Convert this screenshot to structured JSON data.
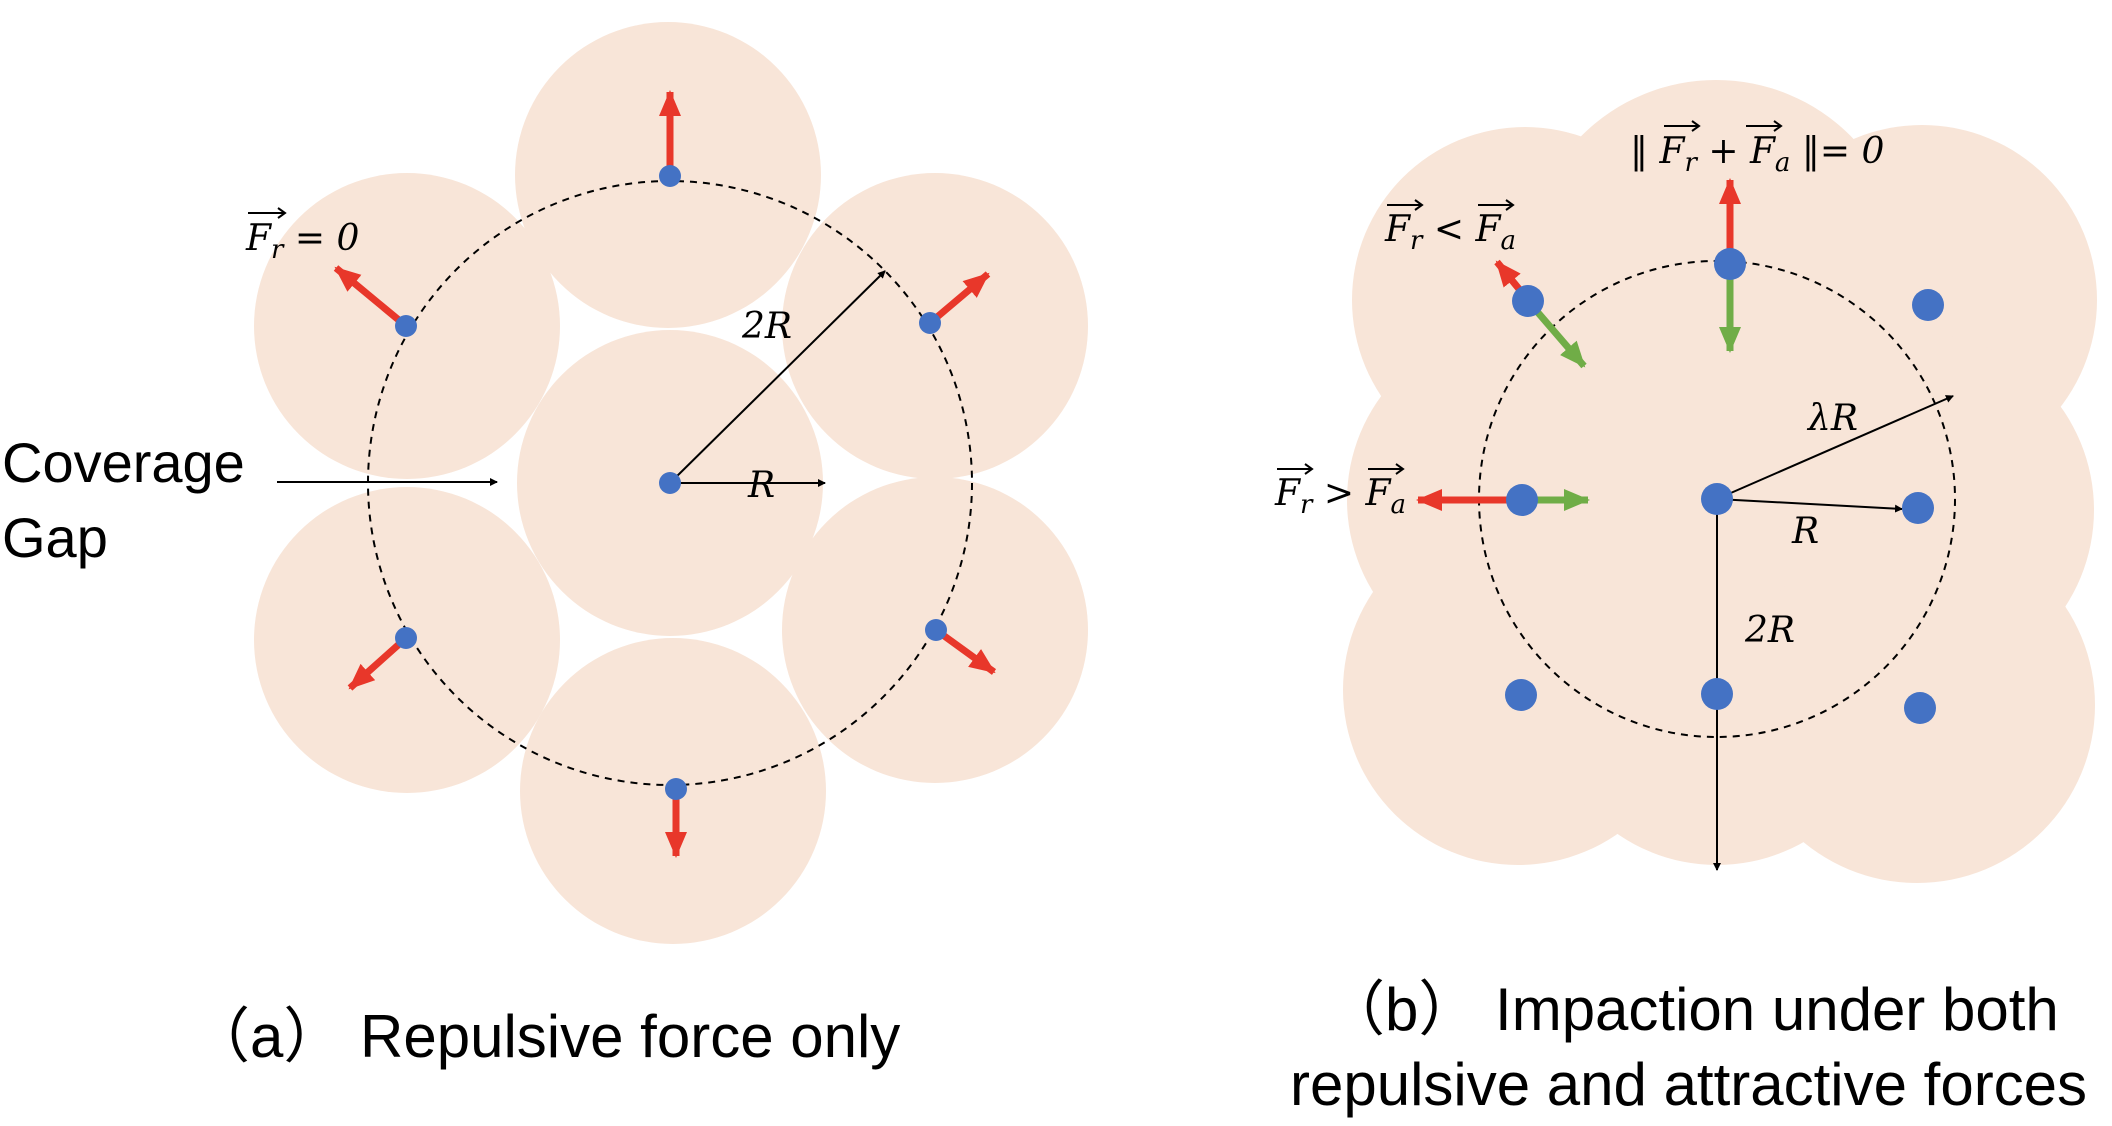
{
  "colors": {
    "coverage": "#f8e5d8",
    "node": "#4472c4",
    "repulsive": "#e8372a",
    "attractive": "#70ad47",
    "line": "#000000"
  },
  "panel_a": {
    "caption": "（a）  Repulsive force only",
    "gap_label_line1": "Coverage",
    "gap_label_line2": "Gap",
    "r_label": "R",
    "two_r_label": "2R",
    "force_label_main": "F",
    "force_label_sub": "r",
    "force_label_rhs": " = 0"
  },
  "panel_b": {
    "caption_line1": "（b）  Impaction under both",
    "caption_line2": "repulsive and attractive forces",
    "r_label": "R",
    "two_r_label": "2R",
    "lambda_r_label": "λR",
    "sum_label": {
      "open": "‖ ",
      "f1": "F",
      "s1": "r",
      "op": " + ",
      "f2": "F",
      "s2": "a",
      "close": " ‖= 0"
    },
    "less_label": {
      "f1": "F",
      "s1": "r",
      "op": " < ",
      "f2": "F",
      "s2": "a"
    },
    "greater_label": {
      "f1": "F",
      "s1": "r",
      "op": " > ",
      "f2": "F",
      "s2": "a"
    }
  }
}
